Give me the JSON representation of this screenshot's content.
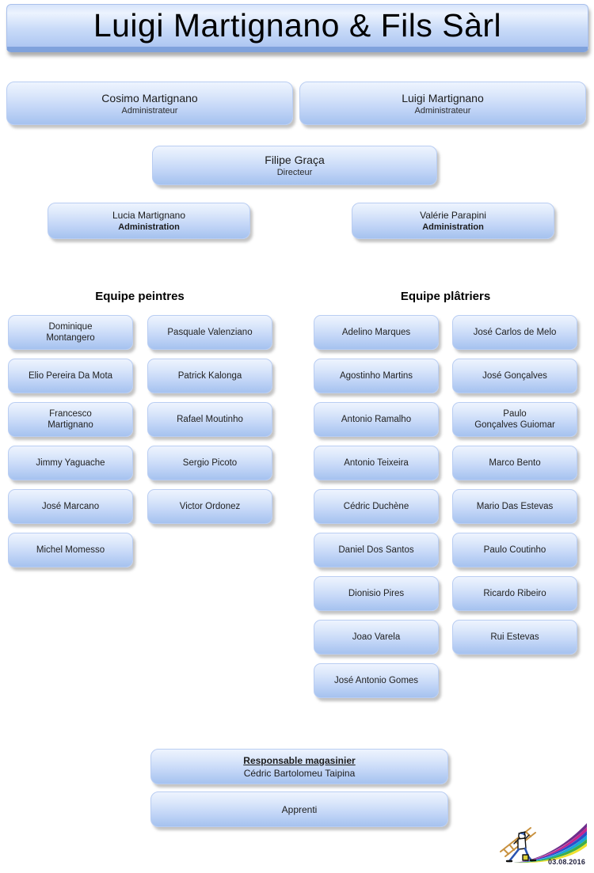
{
  "title": "Luigi Martignano & Fils Sàrl",
  "administrators": [
    {
      "name": "Cosimo Martignano",
      "role": "Administrateur"
    },
    {
      "name": "Luigi Martignano",
      "role": "Administrateur"
    }
  ],
  "director": {
    "name": "Filipe Graça",
    "role": "Directeur"
  },
  "administration": [
    {
      "name": "Lucia Martignano",
      "role": "Administration"
    },
    {
      "name": "Valérie Parapini",
      "role": "Administration"
    }
  ],
  "teams": [
    {
      "label": "Equipe peintres",
      "col1": [
        "Dominique\nMontangero",
        "Elio Pereira Da Mota",
        "Francesco\nMartignano",
        "Jimmy Yaguache",
        "José Marcano",
        "Michel Momesso"
      ],
      "col2": [
        "Pasquale Valenziano",
        "Patrick Kalonga",
        "Rafael Moutinho",
        "Sergio Picoto",
        "Victor Ordonez"
      ]
    },
    {
      "label": "Equipe plâtriers",
      "col1": [
        "Adelino Marques",
        "Agostinho Martins",
        "Antonio Ramalho",
        "Antonio Teixeira",
        "Cédric Duchène",
        "Daniel Dos Santos",
        "Dionisio Pires",
        "Joao Varela",
        "José Antonio Gomes"
      ],
      "col2": [
        "José Carlos de Melo",
        "José Gonçalves",
        "Paulo\nGonçalves Guiomar",
        "Marco Bento",
        "Mario Das Estevas",
        "Paulo Coutinho",
        "Ricardo Ribeiro",
        "Rui Estevas"
      ]
    }
  ],
  "warehouse": {
    "title": "Responsable magasinier",
    "name": "Cédric Bartolomeu Taipina"
  },
  "apprentice": {
    "label": "Apprenti"
  },
  "footer": {
    "date": "03.08.2016",
    "logo": "painter-rainbow-logo"
  },
  "colors": {
    "box_gradient_top": "#eef4fe",
    "box_gradient_bottom": "#a5c2ef",
    "banner_bottom_edge": "#7fa2dc"
  }
}
